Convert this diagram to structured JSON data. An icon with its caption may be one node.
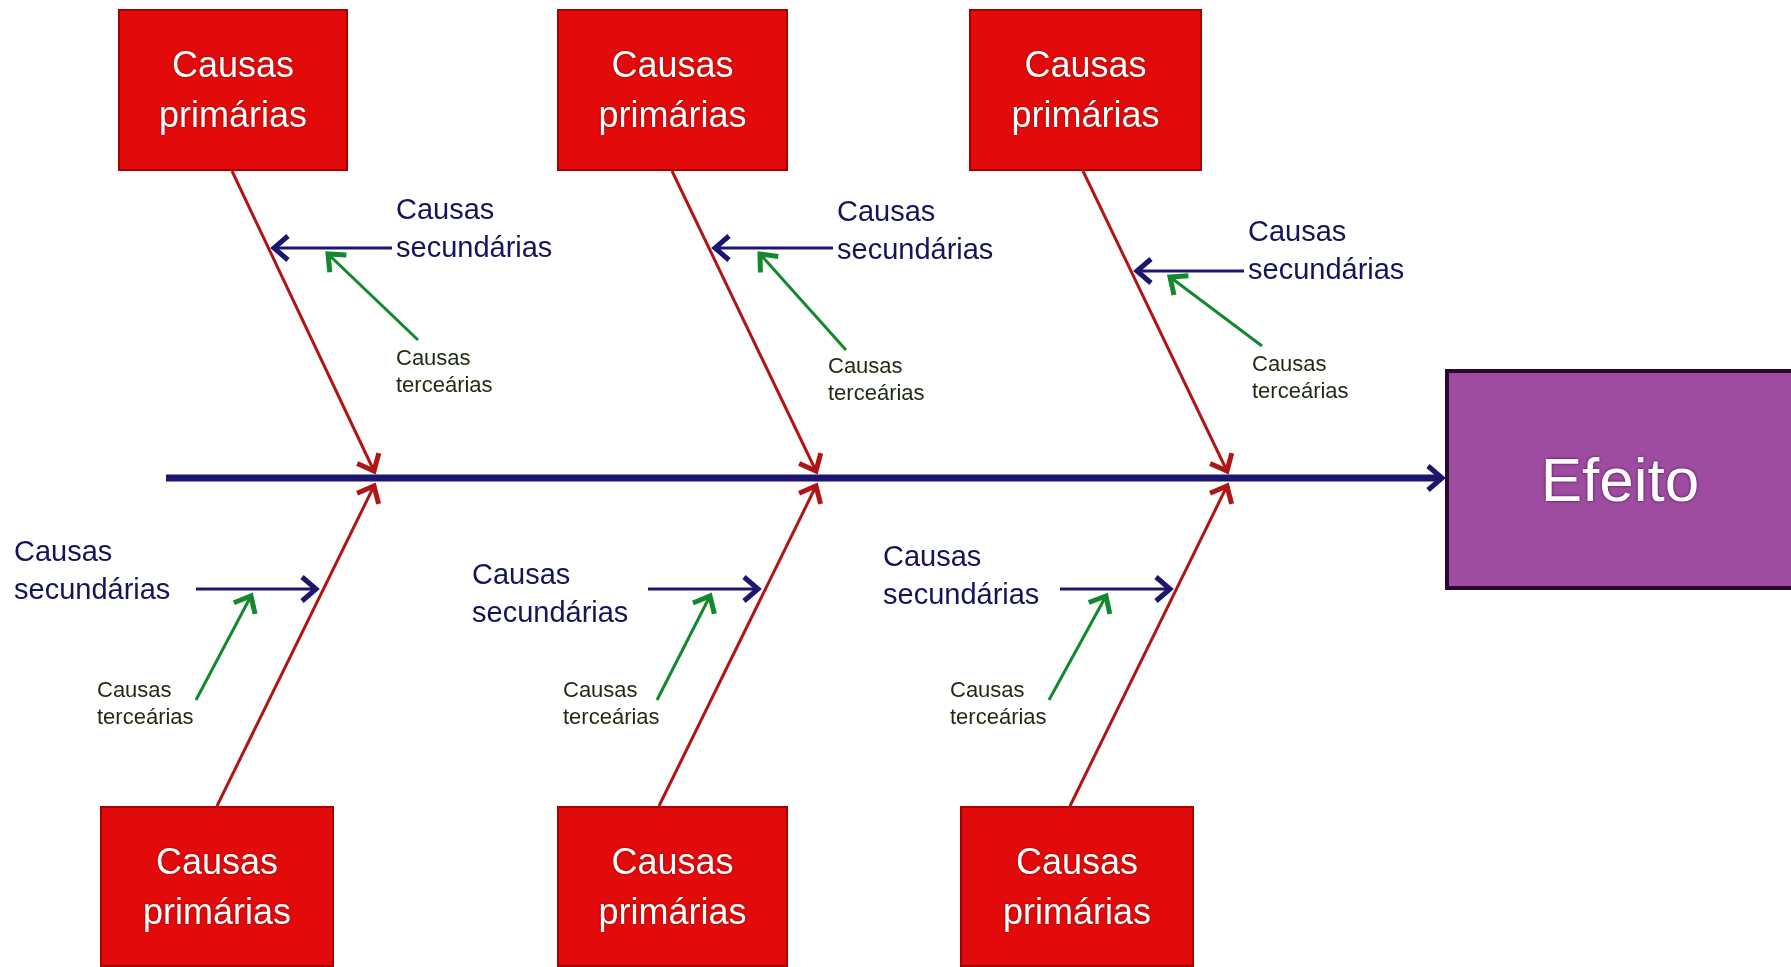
{
  "diagram": {
    "nodes": [
      {
        "text": [
          "Causas primárias"
        ]
      },
      {
        "text": [
          "Causas primárias"
        ]
      },
      {
        "text": [
          "Causas primárias"
        ]
      },
      {
        "text": [
          "Causas secundárias"
        ]
      },
      {
        "text": [
          "Causas terceárias"
        ]
      },
      {
        "text": [
          "Causas secundárias"
        ]
      },
      {
        "text": [
          "Causas terceárias"
        ]
      },
      {
        "text": [
          "Causas secundárias"
        ]
      },
      {
        "text": [
          "Causas terceárias"
        ]
      },
      {
        "text": [
          "Efeito"
        ]
      },
      {
        "text": [
          "Causas secundárias"
        ]
      },
      {
        "text": [
          "Causas secundárias"
        ]
      },
      {
        "text": [
          "Causas secundárias"
        ]
      },
      {
        "text": [
          "Causas terceárias"
        ]
      },
      {
        "text": [
          "Causas terceárias"
        ]
      },
      {
        "text": [
          "Causas terceárias"
        ]
      },
      {
        "text": [
          "Causas primárias"
        ]
      },
      {
        "text": [
          "Causas primárias"
        ]
      },
      {
        "text": [
          "Causas primárias"
        ]
      }
    ],
    "edges": [
      {
        "from": null,
        "to": 9,
        "arrow": "to",
        "style": "thick"
      },
      {
        "from": 0,
        "to": null,
        "arrow": "to",
        "color": "#b01515"
      },
      {
        "from": 1,
        "to": null,
        "arrow": "to",
        "color": "#b01515"
      },
      {
        "from": 2,
        "to": null,
        "arrow": "to",
        "color": "#b01515"
      },
      {
        "from": 16,
        "to": null,
        "arrow": "to",
        "color": "#b01515"
      },
      {
        "from": 17,
        "to": null,
        "arrow": "to",
        "color": "#b01515"
      },
      {
        "from": 18,
        "to": null,
        "arrow": "to",
        "color": "#b01515"
      },
      {
        "from": 3,
        "to": null,
        "arrow": "to"
      },
      {
        "from": 5,
        "to": null,
        "arrow": "to"
      },
      {
        "from": 7,
        "to": null,
        "arrow": "to"
      },
      {
        "from": 10,
        "to": null,
        "arrow": "to"
      },
      {
        "from": 11,
        "to": null,
        "arrow": "to"
      },
      {
        "from": 12,
        "to": null,
        "arrow": "to"
      },
      {
        "from": 4,
        "to": null,
        "arrow": "to",
        "color": "#13882c"
      },
      {
        "from": 6,
        "to": null,
        "arrow": "to",
        "color": "#13882c"
      },
      {
        "from": 8,
        "to": null,
        "arrow": "to",
        "color": "#13882c"
      },
      {
        "from": 13,
        "to": null,
        "arrow": "to",
        "color": "#13882c"
      },
      {
        "from": 14,
        "to": null,
        "arrow": "to",
        "color": "#13882c"
      },
      {
        "from": 15,
        "to": null,
        "arrow": "to",
        "color": "#13882c"
      }
    ]
  }
}
